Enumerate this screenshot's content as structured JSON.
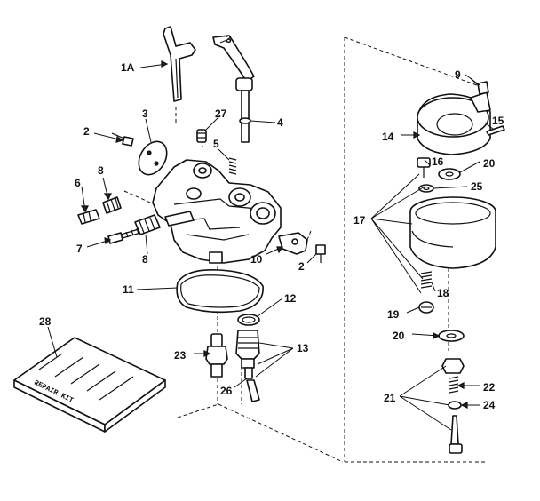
{
  "callouts": {
    "c1a": "1A",
    "c2a": "2",
    "c2b": "2",
    "c3": "3",
    "c4": "4",
    "c5": "5",
    "c6": "6",
    "c7": "7",
    "c8a": "8",
    "c8b": "8",
    "c9": "9",
    "c10": "10",
    "c11": "11",
    "c12": "12",
    "c13": "13",
    "c14": "14",
    "c15": "15",
    "c16": "16",
    "c17": "17",
    "c18": "18",
    "c19": "19",
    "c20a": "20",
    "c20b": "20",
    "c21": "21",
    "c22": "22",
    "c23": "23",
    "c24": "24",
    "c25": "25",
    "c26": "26",
    "c27": "27",
    "c28": "28"
  },
  "kit_label": "REPAIR KIT",
  "upper_mark": "3"
}
